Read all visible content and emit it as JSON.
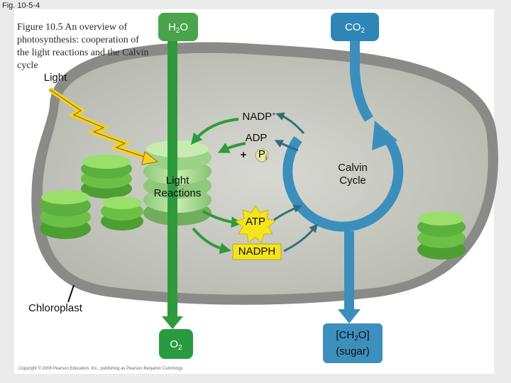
{
  "figure": {
    "fig_number": "Fig. 10-5-4",
    "caption": "Figure 10.5 An overview of photosynthesis: cooperation of the light reactions and the Calvin cycle",
    "copyright": "Copyright © 2008 Pearson Education, Inc., publishing as Pearson Benjamin Cummings"
  },
  "labels": {
    "light": "Light",
    "h2o_base": "H",
    "h2o_sub": "2",
    "h2o_tail": "O",
    "co2_base": "CO",
    "co2_sub": "2",
    "nadp_base": "NADP",
    "nadp_sup": "+",
    "adp": "ADP",
    "plus": "+",
    "pi_base": "P",
    "pi_sub": "i",
    "light_reactions_line1": "Light",
    "light_reactions_line2": "Reactions",
    "calvin_line1": "Calvin",
    "calvin_line2": "Cycle",
    "atp": "ATP",
    "nadph": "NADPH",
    "chloroplast": "Chloroplast",
    "o2_base": "O",
    "o2_sub": "2",
    "sugar_line1_a": "[CH",
    "sugar_line1_sub": "2",
    "sugar_line1_b": "O]",
    "sugar_line2": "(sugar)"
  },
  "colors": {
    "stroma": "#c9cbc2",
    "outer_membrane": "#7a7b77",
    "arrow_green": "#2e9a3c",
    "calvin_blue": "#3a8fbd",
    "label_box_h2o": "#4aa44e",
    "label_box_co2": "#2d86b6",
    "label_box_o2": "#2a9a41",
    "label_box_sugar": "#3d8fbe",
    "thylakoid": "#6fc24f",
    "atp_star": "#f4e41c"
  }
}
